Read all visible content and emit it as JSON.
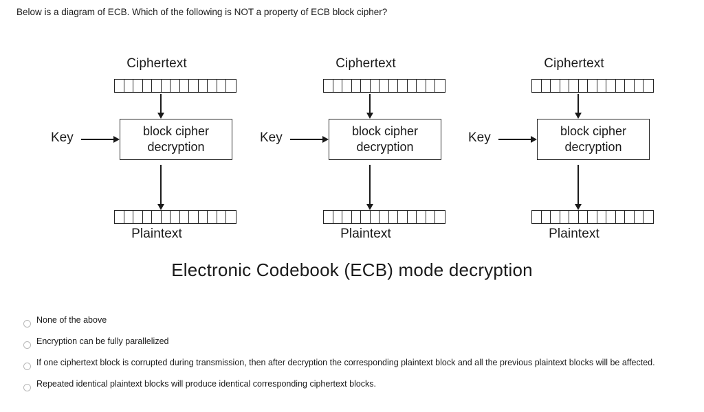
{
  "question": {
    "prompt": "Below is a diagram of ECB. Which of the following is NOT a property of ECB block cipher?"
  },
  "diagram": {
    "caption": "Electronic Codebook (ECB) mode decryption",
    "cells_per_strip": 13,
    "columns": [
      {
        "top_label": "Ciphertext",
        "key_label": "Key",
        "box_line1": "block cipher",
        "box_line2": "decryption",
        "bottom_label": "Plaintext"
      },
      {
        "top_label": "Ciphertext",
        "key_label": "Key",
        "box_line1": "block cipher",
        "box_line2": "decryption",
        "bottom_label": "Plaintext"
      },
      {
        "top_label": "Ciphertext",
        "key_label": "Key",
        "box_line1": "block cipher",
        "box_line2": "decryption",
        "bottom_label": "Plaintext"
      }
    ]
  },
  "answers": {
    "options": [
      {
        "label": "None of the above",
        "selected": false
      },
      {
        "label": "Encryption can be fully parallelized",
        "selected": false
      },
      {
        "label": "If one ciphertext block is corrupted during transmission, then after decryption the corresponding plaintext block and all the previous plaintext blocks will be affected.",
        "selected": false
      },
      {
        "label": "Repeated identical plaintext blocks will produce identical corresponding ciphertext blocks.",
        "selected": false
      }
    ]
  },
  "colors": {
    "stroke": "#262626",
    "text": "#1a1a1a",
    "radio_border": "#b8b8b8",
    "background": "#ffffff"
  }
}
